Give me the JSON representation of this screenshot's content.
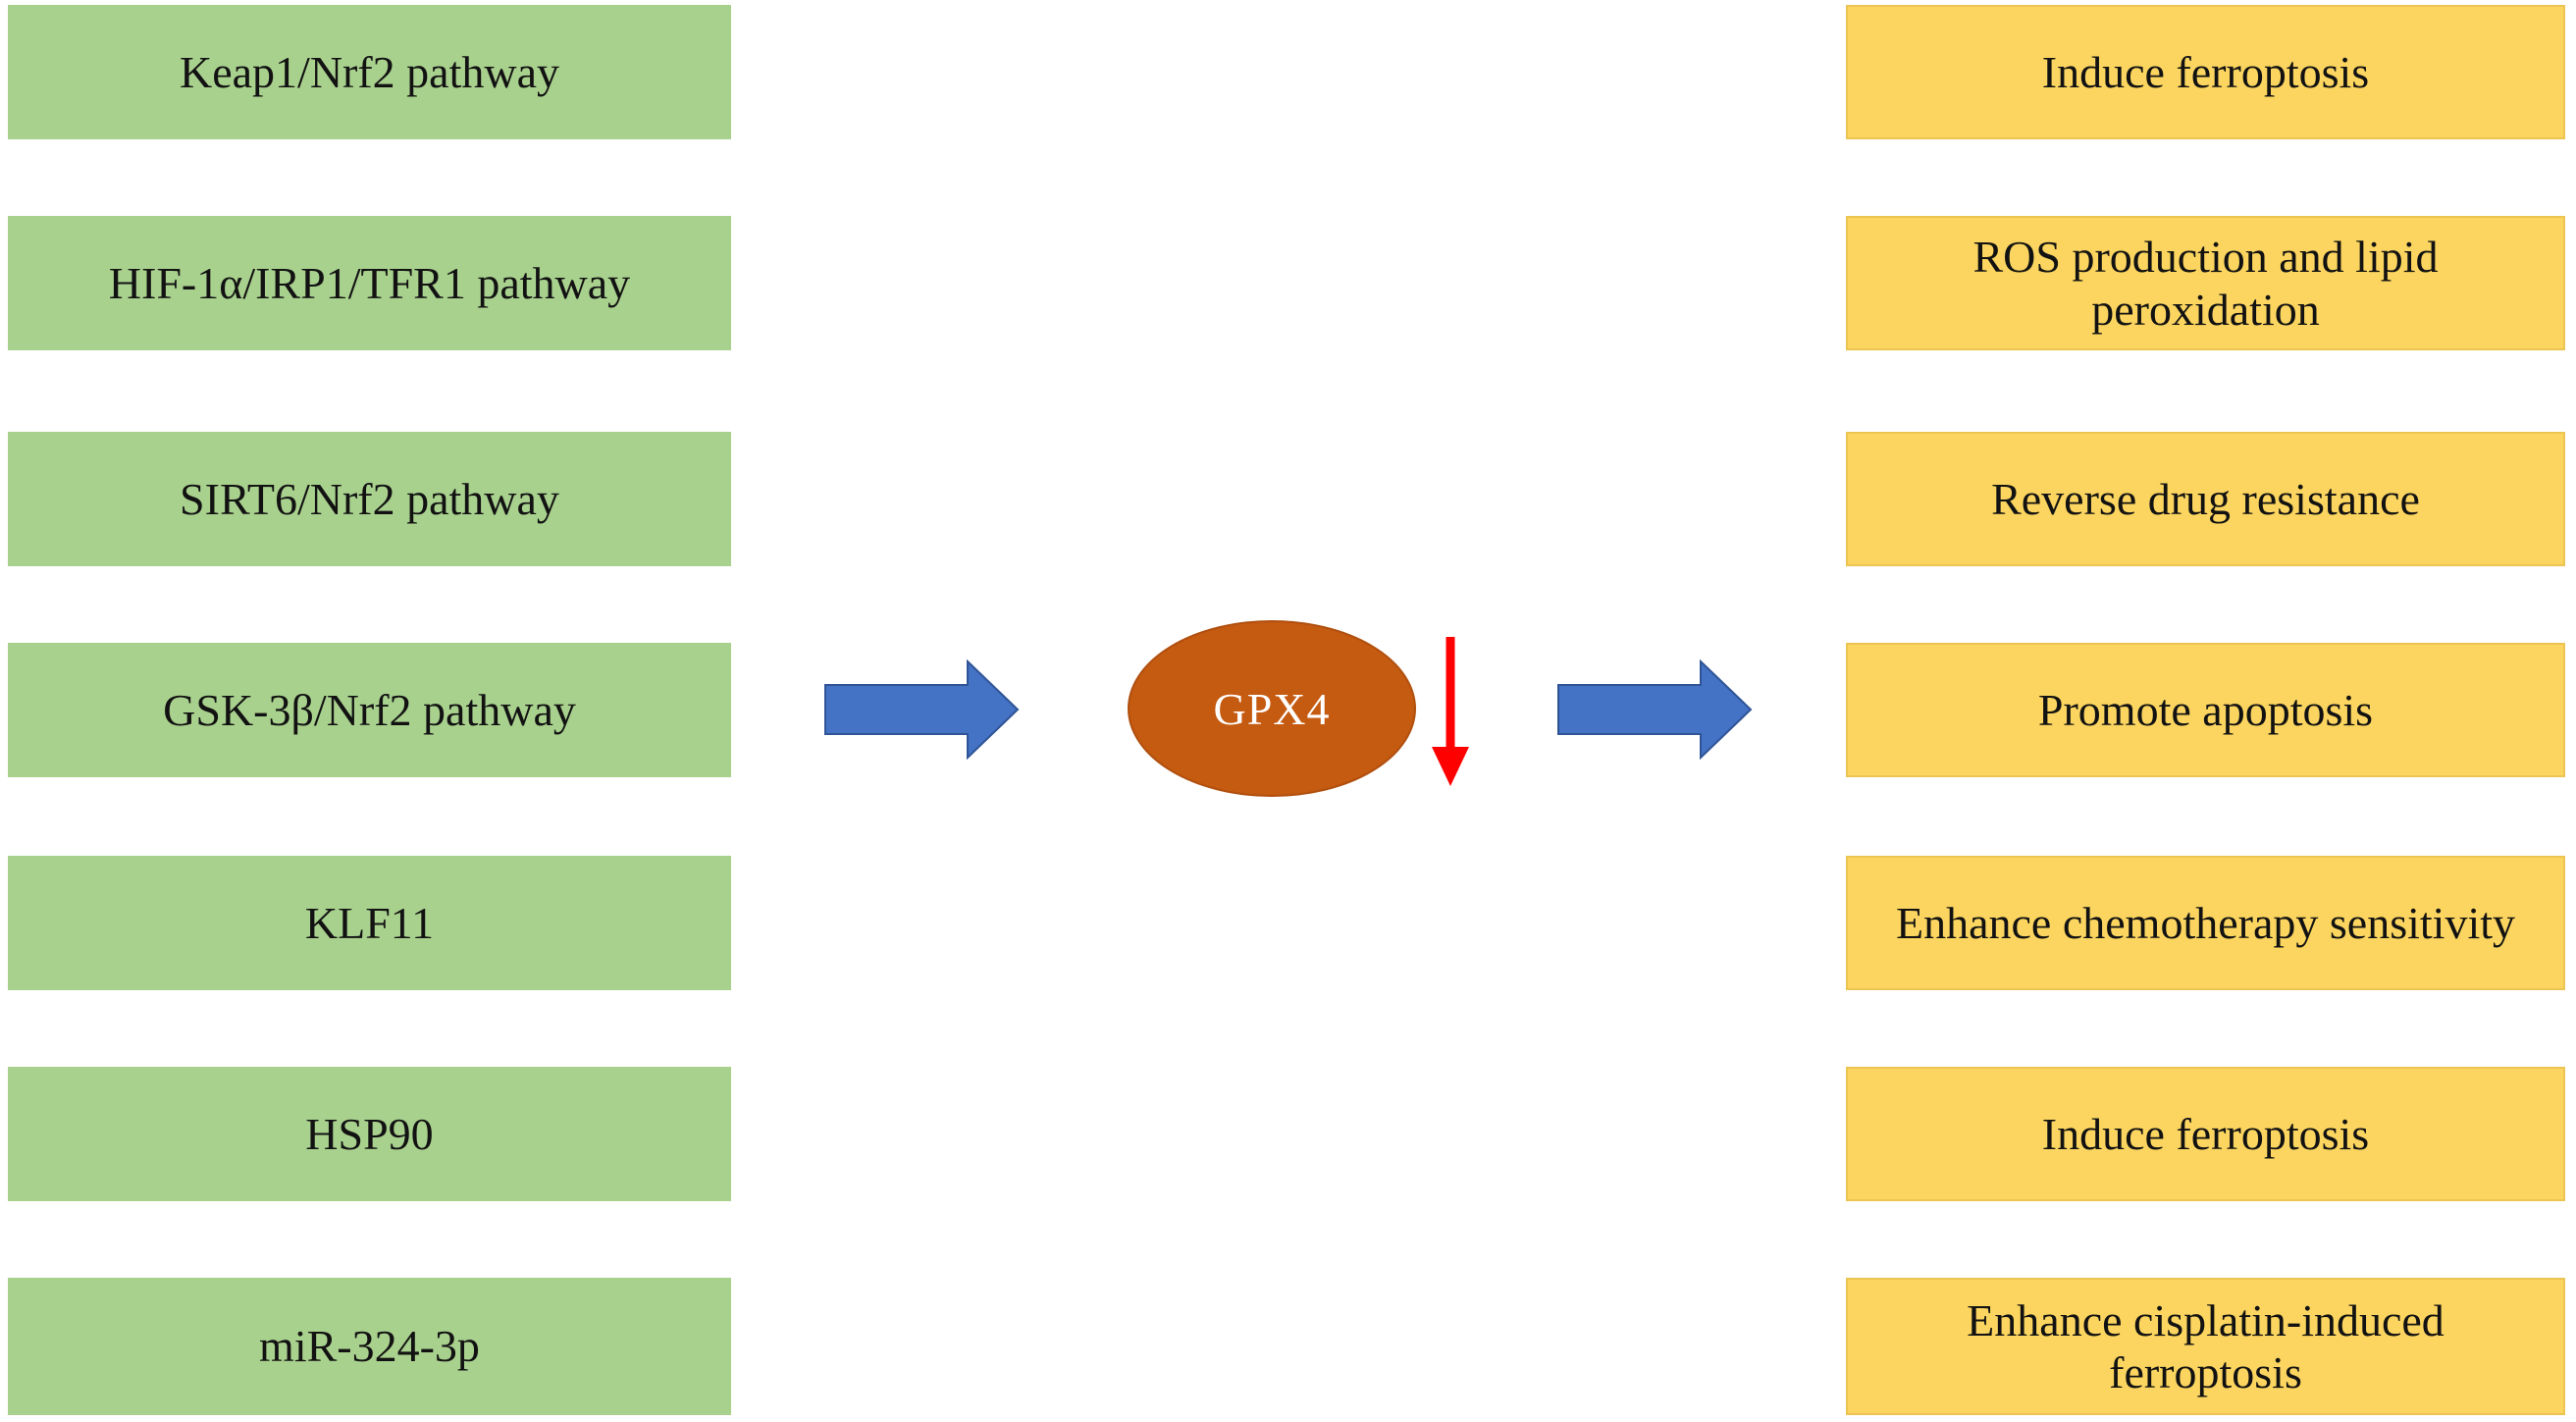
{
  "left_column": {
    "items": [
      {
        "label": "Keap1/Nrf2 pathway"
      },
      {
        "label": "HIF-1α/IRP1/TFR1 pathway"
      },
      {
        "label": "SIRT6/Nrf2 pathway"
      },
      {
        "label": "GSK-3β/Nrf2 pathway"
      },
      {
        "label": "KLF11"
      },
      {
        "label": "HSP90"
      },
      {
        "label": "miR-324-3p"
      }
    ]
  },
  "center": {
    "node_label": "GPX4",
    "flow_arrow_icon": "right-arrow",
    "decrease_arrow_icon": "down-arrow"
  },
  "right_column": {
    "items": [
      {
        "label": "Induce ferroptosis"
      },
      {
        "label": "ROS production and lipid peroxidation"
      },
      {
        "label": "Reverse drug resistance"
      },
      {
        "label": "Promote apoptosis"
      },
      {
        "label": "Enhance chemotherapy sensitivity"
      },
      {
        "label": "Induce ferroptosis"
      },
      {
        "label": "Enhance cisplatin-induced ferroptosis"
      }
    ]
  },
  "colors": {
    "regulator_box_fill": "#A9D18E",
    "effect_box_fill": "#FBD55F",
    "effect_box_border": "#ecc452",
    "gpx4_node_fill": "#C55A11",
    "flow_arrow_fill": "#4472C4",
    "flow_arrow_border": "#2F5496",
    "decrease_arrow": "#FF0000",
    "text": "#121212",
    "node_text": "#ffffff",
    "background": "#ffffff"
  }
}
